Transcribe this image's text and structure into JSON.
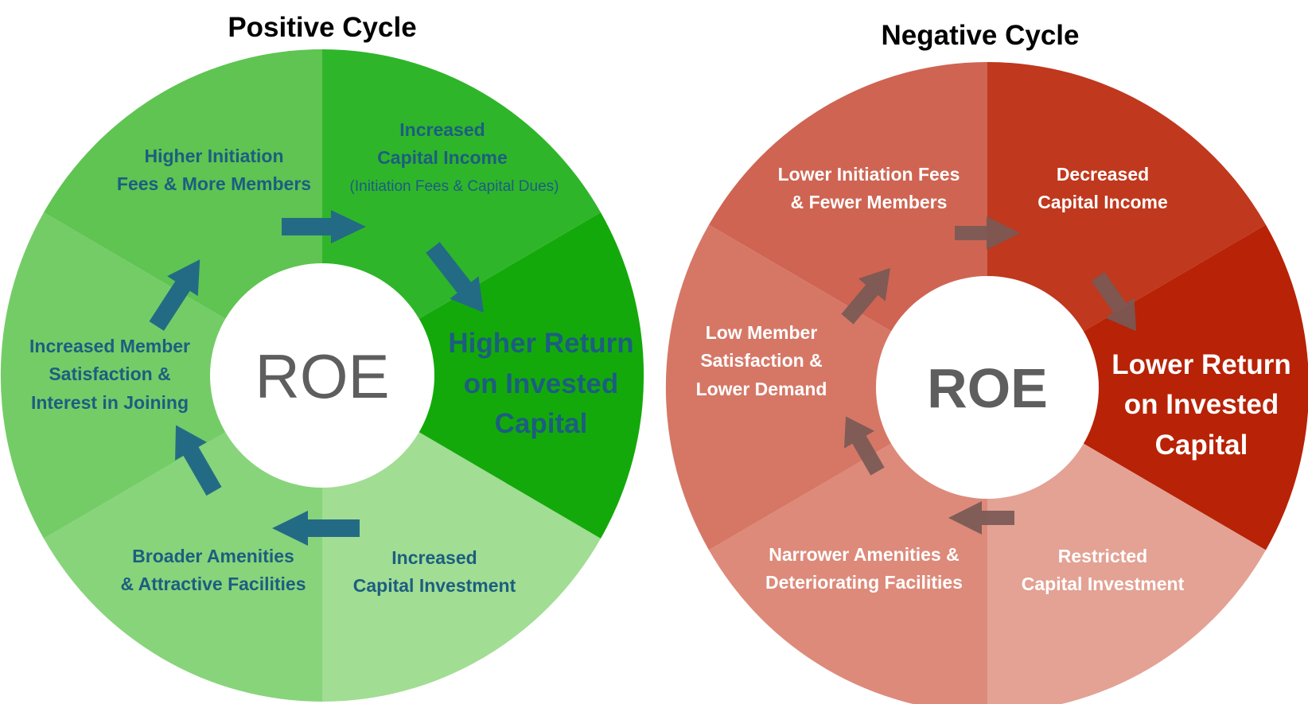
{
  "positive": {
    "title": "Positive Cycle",
    "center": "ROE",
    "label_color": "#1c5e80",
    "arrow_color": "#236b85",
    "segments": {
      "higher_initiation": {
        "line1": "Higher Initiation",
        "line2": "Fees & More Members",
        "color": "#5fc452"
      },
      "increased_capital_income": {
        "line1": "Increased",
        "line2": "Capital Income",
        "line3": "(Initiation Fees & Capital Dues)",
        "color": "#2fb52a"
      },
      "higher_return": {
        "line1": "Higher Return",
        "line2": "on Invested",
        "line3": "Capital",
        "color": "#14a90b"
      },
      "increased_capital_investment": {
        "line1": "Increased",
        "line2": "Capital Investment",
        "color": "#a1dd93"
      },
      "broader_amenities": {
        "line1": "Broader Amenities",
        "line2": "& Attractive Facilities",
        "color": "#88d47b"
      },
      "increased_member_satisfaction": {
        "line1": "Increased Member",
        "line2": "Satisfaction &",
        "line3": "Interest in Joining",
        "color": "#74cc67"
      }
    }
  },
  "negative": {
    "title": "Negative Cycle",
    "center": "ROE",
    "label_color": "#ffffff",
    "arrow_color": "#7a5a55",
    "center_text_color": "#5e5e5e",
    "segments": {
      "lower_initiation": {
        "line1": "Lower Initiation Fees",
        "line2": "& Fewer Members",
        "color": "#cf6452"
      },
      "decreased_capital_income": {
        "line1": "Decreased",
        "line2": "Capital Income",
        "color": "#c0381d"
      },
      "lower_return": {
        "line1": "Lower Return",
        "line2": "on Invested",
        "line3": "Capital",
        "color": "#b82206"
      },
      "restricted_capital_investment": {
        "line1": "Restricted",
        "line2": "Capital Investment",
        "color": "#e3a294"
      },
      "narrower_amenities": {
        "line1": "Narrower Amenities &",
        "line2": "Deteriorating Facilities",
        "color": "#dd8a7a"
      },
      "low_member_satisfaction": {
        "line1": "Low Member",
        "line2": "Satisfaction &",
        "line3": "Lower Demand",
        "color": "#d67766"
      }
    }
  }
}
